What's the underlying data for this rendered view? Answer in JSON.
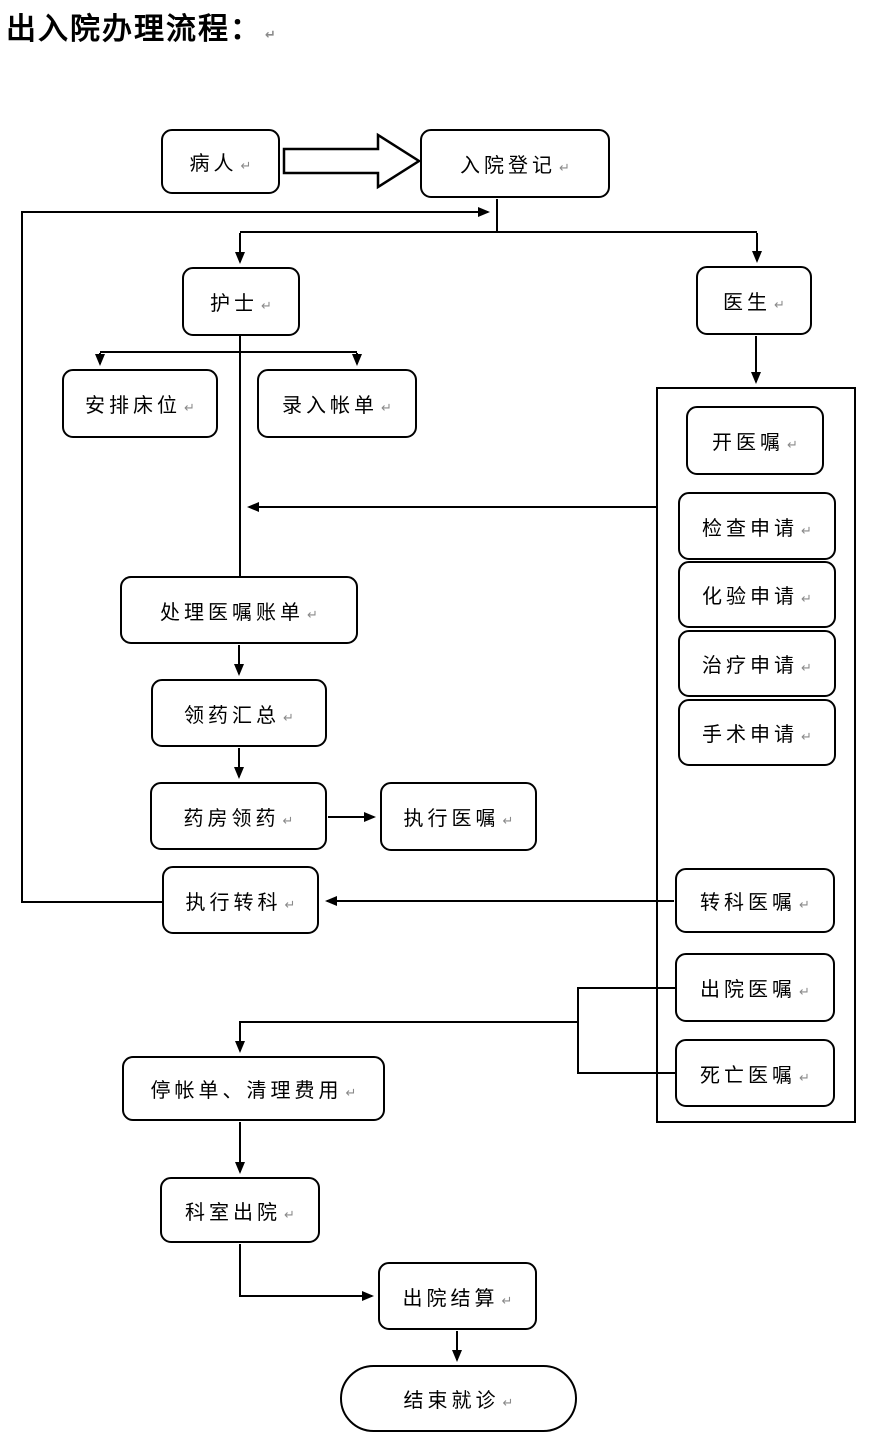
{
  "title": "出入院办理流程：",
  "paragraph_mark": "↵",
  "colors": {
    "line": "#000000",
    "background": "#ffffff",
    "paragraph_mark": "#8a8a8a"
  },
  "nodes": {
    "patient": "病人",
    "admission": "入院登记",
    "nurse": "护士",
    "doctor": "医生",
    "arrange_bed": "安排床位",
    "enter_bill": "录入帐单",
    "issue_order": "开医嘱",
    "exam_request": "检查申请",
    "lab_request": "化验申请",
    "treatment_request": "治疗申请",
    "surgery_request": "手术申请",
    "process_order_bill": "处理医嘱账单",
    "medicine_summary": "领药汇总",
    "pharmacy_dispense": "药房领药",
    "execute_order": "执行医嘱",
    "execute_transfer": "执行转科",
    "transfer_order": "转科医嘱",
    "discharge_order": "出院医嘱",
    "death_order": "死亡医嘱",
    "stop_bill_clear_fees": "停帐单、清理费用",
    "dept_discharge": "科室出院",
    "discharge_settlement": "出院结算",
    "end_visit": "结束就诊"
  },
  "edges": [
    {
      "from": "病人",
      "to": "入院登记",
      "style": "block-arrow"
    },
    {
      "from": "入院登记",
      "to": "护士"
    },
    {
      "from": "入院登记",
      "to": "医生"
    },
    {
      "from": "护士",
      "to": "安排床位"
    },
    {
      "from": "护士",
      "to": "录入帐单"
    },
    {
      "from": "医生",
      "to": "医嘱组"
    },
    {
      "from": "医嘱组",
      "to": "护士"
    },
    {
      "from": "护士",
      "to": "处理医嘱账单"
    },
    {
      "from": "处理医嘱账单",
      "to": "领药汇总"
    },
    {
      "from": "领药汇总",
      "to": "药房领药"
    },
    {
      "from": "药房领药",
      "to": "执行医嘱"
    },
    {
      "from": "转科医嘱",
      "to": "执行转科"
    },
    {
      "from": "执行转科",
      "to": "入院登记下分支点",
      "style": "feedback-loop"
    },
    {
      "from": "出院医嘱",
      "to": "停帐单、清理费用"
    },
    {
      "from": "死亡医嘱",
      "to": "停帐单、清理费用"
    },
    {
      "from": "停帐单、清理费用",
      "to": "科室出院"
    },
    {
      "from": "科室出院",
      "to": "出院结算"
    },
    {
      "from": "出院结算",
      "to": "结束就诊"
    }
  ]
}
